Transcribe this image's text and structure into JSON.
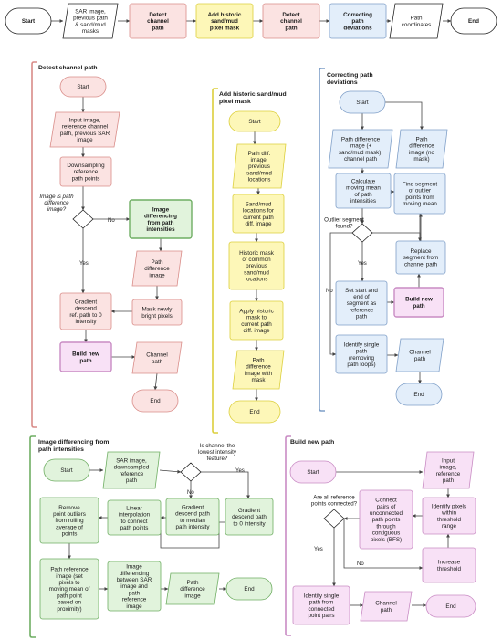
{
  "top": {
    "start": "Start",
    "input": [
      "SAR image,",
      "previous path",
      "& sand/mud",
      "masks"
    ],
    "detect1": [
      "Detect",
      "channel",
      "path"
    ],
    "historic": [
      "Add historic",
      "sand/mud",
      "pixel mask"
    ],
    "detect2": [
      "Detect",
      "channel",
      "path"
    ],
    "correcting": [
      "Correcting",
      "path",
      "deviations"
    ],
    "coords": [
      "Path",
      "coordinates"
    ],
    "end": "End"
  },
  "detect": {
    "title": "Detect channel path",
    "start": "Start",
    "input": [
      "Input image,",
      "reference channel",
      "path, previous SAR",
      "image"
    ],
    "downsample": [
      "Downsampling",
      "reference",
      "path points"
    ],
    "question": [
      "Image is path",
      "difference",
      "image?"
    ],
    "no": "No",
    "yes": "Yes",
    "differencing": [
      "Image",
      "differencing",
      "from path",
      "intensities"
    ],
    "pathdiff": [
      "Path",
      "difference",
      "image"
    ],
    "gradient": [
      "Gradient",
      "descend",
      "ref. path to 0",
      "intensity"
    ],
    "mask": [
      "Mask newly",
      "bright pixels"
    ],
    "build": [
      "Build new",
      "path"
    ],
    "channel": [
      "Channel",
      "path"
    ],
    "end": "End"
  },
  "historic": {
    "title": [
      "Add historic sand/mud",
      "pixel mask"
    ],
    "start": "Start",
    "input": [
      "Path diff.",
      "image,",
      "previous",
      "sand/mud",
      "locations"
    ],
    "locations": [
      "Sand/mud",
      "locations for",
      "current path",
      "diff. image"
    ],
    "mask": [
      "Historic mask",
      "of common",
      "previous",
      "sand/mud",
      "locations"
    ],
    "apply": [
      "Apply historic",
      "mask to",
      "current path",
      "diff. image"
    ],
    "output": [
      "Path",
      "difference",
      "image with",
      "mask"
    ],
    "end": "End"
  },
  "correct": {
    "title": [
      "Correcting path",
      "deviations"
    ],
    "start": "Start",
    "input1": [
      "Path difference",
      "image (+",
      "sand/mud mask),",
      "channel path"
    ],
    "input2": [
      "Path",
      "difference",
      "image (no",
      "mask)"
    ],
    "moving": [
      "Calculate",
      "moving mean",
      "of path",
      "intensities"
    ],
    "find": [
      "Find segment",
      "of outlier",
      "points from",
      "moving mean"
    ],
    "question": [
      "Outlier segment",
      "found?"
    ],
    "replace": [
      "Replace",
      "segment from",
      "channel path"
    ],
    "yes": "Yes",
    "no": "No",
    "set": [
      "Set start and",
      "end of",
      "segment as",
      "reference",
      "path"
    ],
    "build": [
      "Build new",
      "path"
    ],
    "identify": [
      "Identify single",
      "path",
      "(removing",
      "path loops)"
    ],
    "channel": [
      "Channel",
      "path"
    ],
    "end": "End"
  },
  "diffint": {
    "title": [
      "Image differencing from",
      "path intensities"
    ],
    "start": "Start",
    "input": [
      "SAR image,",
      "downsampled",
      "reference",
      "path"
    ],
    "question": [
      "Is channel the",
      "lowest intensity",
      "feature?"
    ],
    "yes": "Yes",
    "no": "No",
    "remove": [
      "Remove",
      "point outliers",
      "from rolling",
      "average of",
      "points"
    ],
    "linear": [
      "Linear",
      "interpolation",
      "to connect",
      "path points"
    ],
    "median": [
      "Gradient",
      "descend path",
      "to median",
      "path intensity"
    ],
    "zero": [
      "Gradient",
      "descend path",
      "to 0 intensity"
    ],
    "refimg": [
      "Path reference",
      "image (set",
      "pixels to",
      "moving mean of",
      "path point",
      "based on",
      "proximity)"
    ],
    "diffsar": [
      "Image",
      "differencing",
      "between SAR",
      "image and",
      "path",
      "reference",
      "image"
    ],
    "output": [
      "Path",
      "difference",
      "image"
    ],
    "end": "End"
  },
  "build": {
    "title": "Build new path",
    "start": "Start",
    "input": [
      "Input",
      "image,",
      "reference",
      "path"
    ],
    "question": [
      "Are all reference",
      "points connected?"
    ],
    "connect": [
      "Connect",
      "pairs of",
      "unconnected",
      "path points",
      "through",
      "contiguous",
      "pixels (BFS)"
    ],
    "identifypix": [
      "Identify pixels",
      "within",
      "threshold",
      "range"
    ],
    "increase": [
      "Increase",
      "threshold"
    ],
    "yes": "Yes",
    "no": "No",
    "single": [
      "Identify single",
      "path from",
      "connected",
      "point pairs"
    ],
    "channel": [
      "Channel",
      "path"
    ],
    "end": "End"
  },
  "colors": {
    "red_fill": "#fbe3e2",
    "red_stroke": "#d98c88",
    "yellow_fill": "#fdf7b8",
    "yellow_stroke": "#dccf3c",
    "blue_fill": "#e3eefa",
    "blue_stroke": "#7f9fc8",
    "green_fill": "#e1f3dc",
    "green_stroke": "#6fae63",
    "purple_fill": "#f8e1f6",
    "purple_stroke": "#c98cc4"
  }
}
